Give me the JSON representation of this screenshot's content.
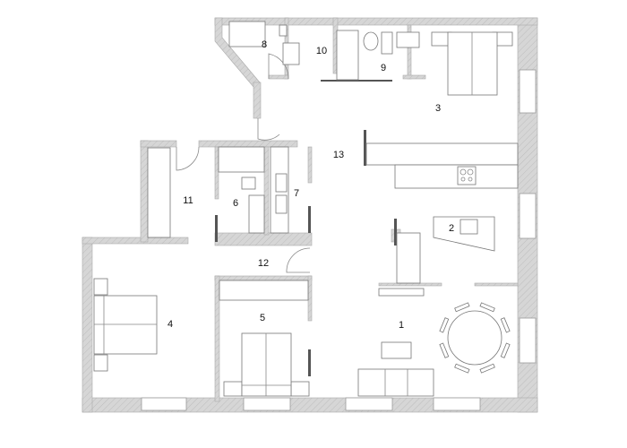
{
  "rooms": [
    {
      "number": "1"
    },
    {
      "number": "2"
    },
    {
      "number": "3"
    },
    {
      "number": "4"
    },
    {
      "number": "5"
    },
    {
      "number": "6"
    },
    {
      "number": "7"
    },
    {
      "number": "8"
    },
    {
      "number": "9"
    },
    {
      "number": "10"
    },
    {
      "number": "11"
    },
    {
      "number": "12"
    },
    {
      "number": "13"
    }
  ],
  "colors": {
    "wall_fill": "#d4d4d4",
    "line": "#777777",
    "background": "#ffffff"
  }
}
